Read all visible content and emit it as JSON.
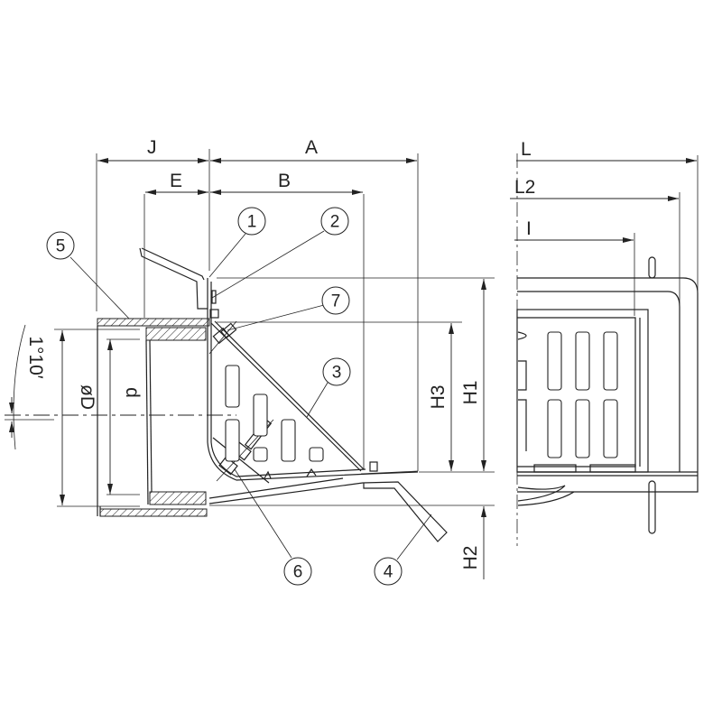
{
  "dimensions": {
    "J": "J",
    "A": "A",
    "E": "E",
    "B": "B",
    "L": "L",
    "L2": "L2",
    "I": "I",
    "H1": "H1",
    "H2": "H2",
    "H3": "H3",
    "D": "øD",
    "d": "d",
    "angle": "1°10′"
  },
  "callouts": [
    "1",
    "2",
    "3",
    "4",
    "5",
    "6",
    "7"
  ]
}
